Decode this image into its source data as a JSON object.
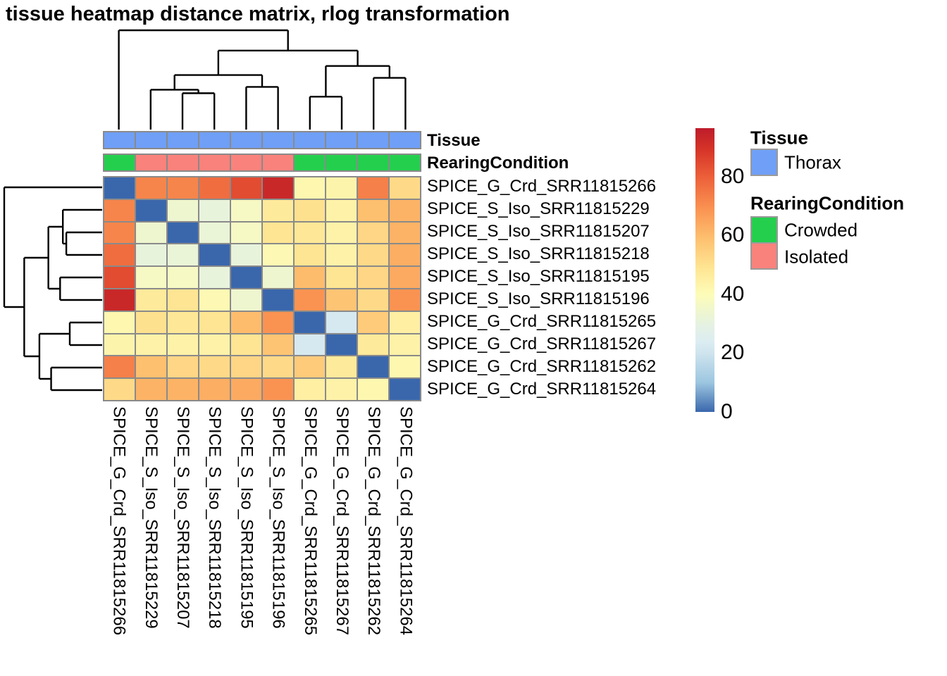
{
  "title": "tissue heatmap distance matrix, rlog transformation",
  "chart_data": {
    "type": "heatmap",
    "title": "tissue heatmap distance matrix, rlog transformation",
    "description": "Clustered sample-to-sample distance matrix (rlog transformed) with row and column dendrograms and column annotations",
    "samples": [
      "SPICE_G_Crd_SRR11815266",
      "SPICE_S_Iso_SRR11815229",
      "SPICE_S_Iso_SRR11815207",
      "SPICE_S_Iso_SRR11815218",
      "SPICE_S_Iso_SRR11815195",
      "SPICE_S_Iso_SRR11815196",
      "SPICE_G_Crd_SRR11815265",
      "SPICE_G_Crd_SRR11815267",
      "SPICE_G_Crd_SRR11815262",
      "SPICE_G_Crd_SRR11815264"
    ],
    "matrix": [
      [
        0,
        72,
        72,
        77,
        84,
        93,
        42,
        43,
        73,
        52
      ],
      [
        72,
        0,
        34,
        31,
        37,
        47,
        50,
        44,
        59,
        62
      ],
      [
        72,
        34,
        0,
        32,
        37,
        49,
        48,
        44,
        53,
        62
      ],
      [
        77,
        31,
        32,
        0,
        31,
        41,
        49,
        44,
        52,
        63
      ],
      [
        84,
        37,
        37,
        31,
        0,
        34,
        60,
        49,
        53,
        64
      ],
      [
        93,
        47,
        49,
        41,
        34,
        0,
        69,
        58,
        52,
        69
      ],
      [
        42,
        50,
        48,
        49,
        60,
        69,
        0,
        22,
        56,
        45
      ],
      [
        43,
        44,
        44,
        44,
        49,
        58,
        22,
        0,
        47,
        44
      ],
      [
        73,
        59,
        53,
        52,
        53,
        52,
        56,
        47,
        0,
        42
      ],
      [
        52,
        62,
        62,
        63,
        64,
        69,
        45,
        44,
        42,
        0
      ]
    ],
    "scale": {
      "min": 0,
      "max": 96.5,
      "ticks": [
        80,
        60,
        40,
        20,
        0
      ],
      "stops": [
        [
          0,
          "#3a67ac"
        ],
        [
          10,
          "#9cc6e0"
        ],
        [
          20,
          "#cfe4ee"
        ],
        [
          24,
          "#dcedf2"
        ],
        [
          29,
          "#e4f1e4"
        ],
        [
          33,
          "#ecf5d3"
        ],
        [
          40,
          "#fdfcb8"
        ],
        [
          49,
          "#fee593"
        ],
        [
          59,
          "#fdc06f"
        ],
        [
          69,
          "#fa9352"
        ],
        [
          80,
          "#ec5f39"
        ],
        [
          89,
          "#d63528"
        ],
        [
          96.5,
          "#bd1c2a"
        ]
      ]
    },
    "column_annotations": {
      "tissue": {
        "label": "Tissue",
        "values": [
          "Thorax",
          "Thorax",
          "Thorax",
          "Thorax",
          "Thorax",
          "Thorax",
          "Thorax",
          "Thorax",
          "Thorax",
          "Thorax"
        ]
      },
      "rearing": {
        "label": "RearingCondition",
        "values": [
          "Crowded",
          "Isolated",
          "Isolated",
          "Isolated",
          "Isolated",
          "Isolated",
          "Crowded",
          "Crowded",
          "Crowded",
          "Crowded"
        ]
      }
    },
    "annotation_colors": {
      "Thorax": "#6f9ff7",
      "Crowded": "#24cf4e",
      "Isolated": "#f9827c"
    },
    "dendrogram": {
      "note": "identical topology for rows and columns (symmetric distance matrix); leaves indexed in displayed order; pK = k-th merge",
      "max_height": 142,
      "merges": [
        {
          "join": [
            2,
            3
          ],
          "height": 52
        },
        {
          "join": [
            1,
            "p0"
          ],
          "height": 57
        },
        {
          "join": [
            4,
            5
          ],
          "height": 61
        },
        {
          "join": [
            "p1",
            "p2"
          ],
          "height": 78
        },
        {
          "join": [
            6,
            7
          ],
          "height": 47
        },
        {
          "join": [
            8,
            9
          ],
          "height": 74
        },
        {
          "join": [
            "p4",
            "p5"
          ],
          "height": 91
        },
        {
          "join": [
            "p3",
            "p6"
          ],
          "height": 113
        },
        {
          "join": [
            0,
            "p7"
          ],
          "height": 142
        }
      ]
    },
    "legend": {
      "tissue": {
        "title": "Tissue",
        "items": [
          {
            "label": "Thorax",
            "color": "#6f9ff7"
          }
        ]
      },
      "rearing": {
        "title": "RearingCondition",
        "items": [
          {
            "label": "Crowded",
            "color": "#24cf4e"
          },
          {
            "label": "Isolated",
            "color": "#f9827c"
          }
        ]
      }
    }
  }
}
